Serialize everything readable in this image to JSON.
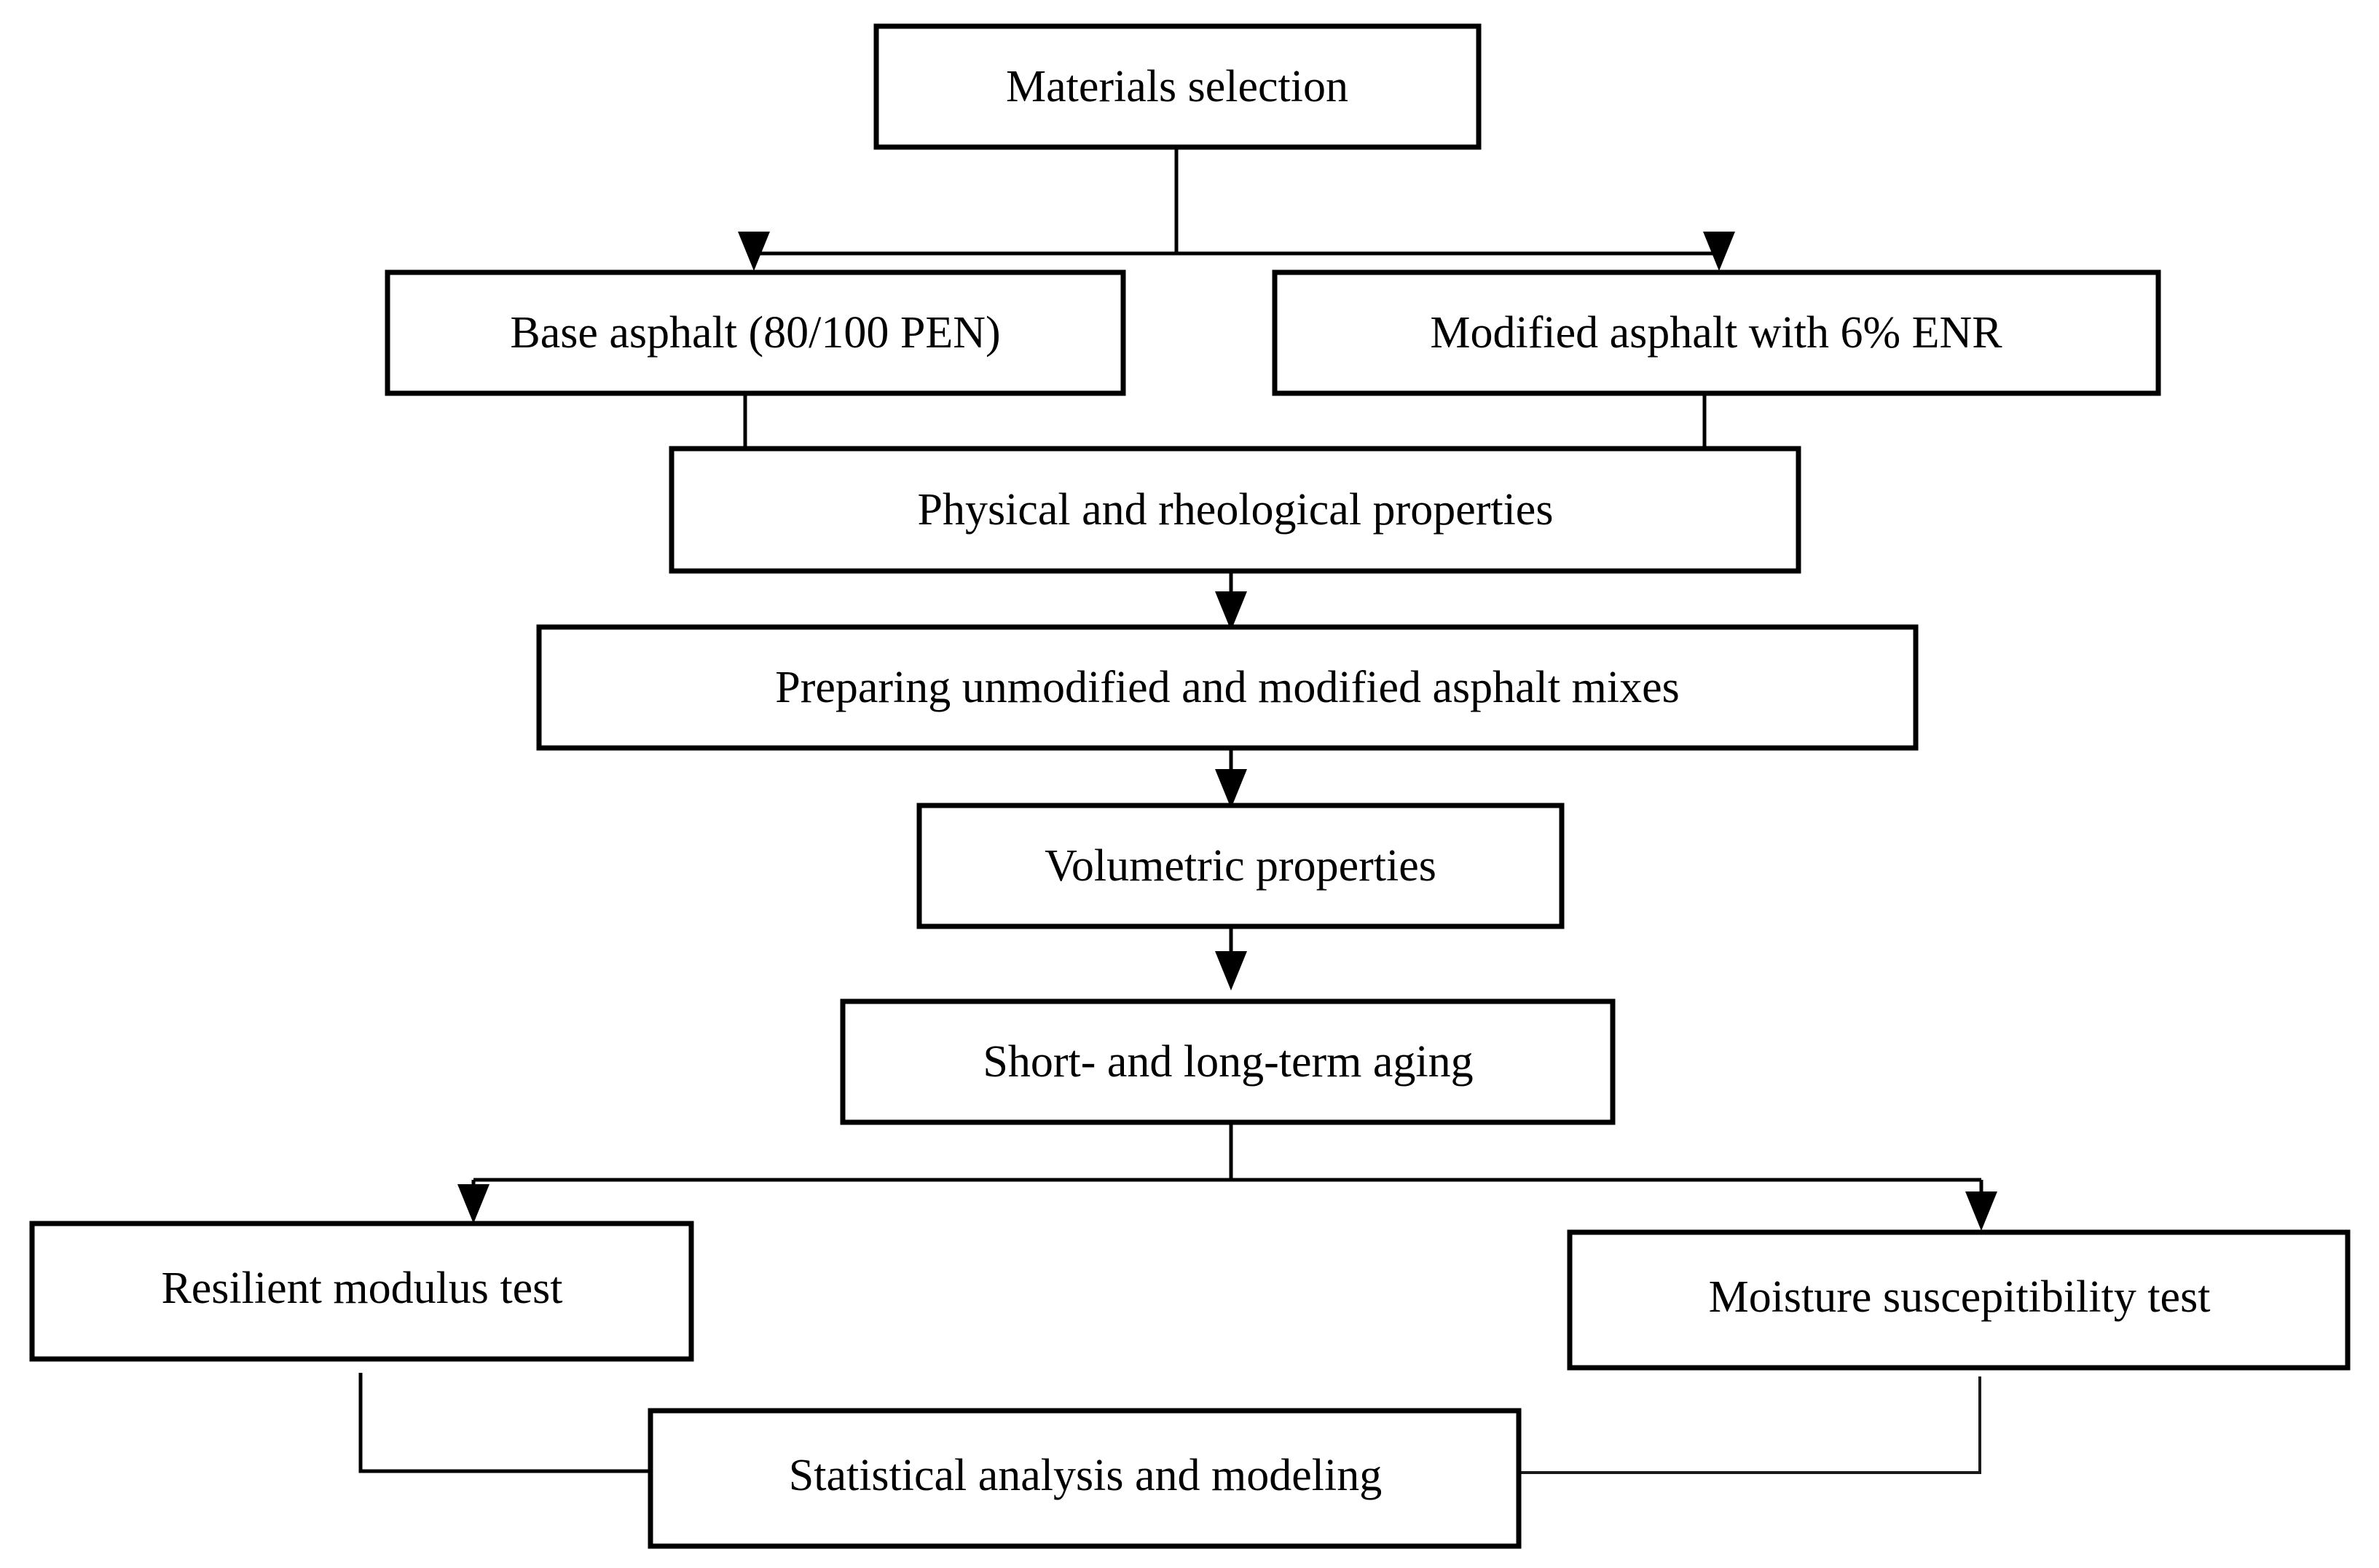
{
  "diagram": {
    "title": "Research methodology flowchart",
    "type": "flowchart",
    "background_color": "#ffffff",
    "line_color": "#000000",
    "box_fill_color": "#ffffff",
    "nodes": [
      {
        "id": "materials-selection",
        "label": "Materials selection"
      },
      {
        "id": "base-asphalt",
        "label": "Base asphalt (80/100 PEN)"
      },
      {
        "id": "modified-asphalt",
        "label": "Modified asphalt with 6% ENR"
      },
      {
        "id": "physical-rheological",
        "label": "Physical and rheological properties"
      },
      {
        "id": "preparing-mixes",
        "label": "Preparing unmodified and modified asphalt mixes"
      },
      {
        "id": "volumetric-properties",
        "label": "Volumetric properties"
      },
      {
        "id": "aging",
        "label": "Short- and long-term aging"
      },
      {
        "id": "resilient-modulus-test",
        "label": "Resilient modulus test"
      },
      {
        "id": "moisture-susceptibility",
        "label": "Moisture suscepitibility test"
      },
      {
        "id": "statistical-analysis",
        "label": "Statistical analysis and modeling"
      }
    ],
    "edges": [
      {
        "from": "materials-selection",
        "to": "base-asphalt",
        "arrow": true
      },
      {
        "from": "materials-selection",
        "to": "modified-asphalt",
        "arrow": true
      },
      {
        "from": "base-asphalt",
        "to": "physical-rheological",
        "arrow": false
      },
      {
        "from": "modified-asphalt",
        "to": "physical-rheological",
        "arrow": false
      },
      {
        "from": "physical-rheological",
        "to": "preparing-mixes",
        "arrow": true
      },
      {
        "from": "preparing-mixes",
        "to": "volumetric-properties",
        "arrow": true
      },
      {
        "from": "volumetric-properties",
        "to": "aging",
        "arrow": true
      },
      {
        "from": "aging",
        "to": "resilient-modulus-test",
        "arrow": true
      },
      {
        "from": "aging",
        "to": "moisture-susceptibility",
        "arrow": true
      },
      {
        "from": "resilient-modulus-test",
        "to": "statistical-analysis",
        "arrow": false
      },
      {
        "from": "moisture-susceptibility",
        "to": "statistical-analysis",
        "arrow": false
      }
    ]
  }
}
